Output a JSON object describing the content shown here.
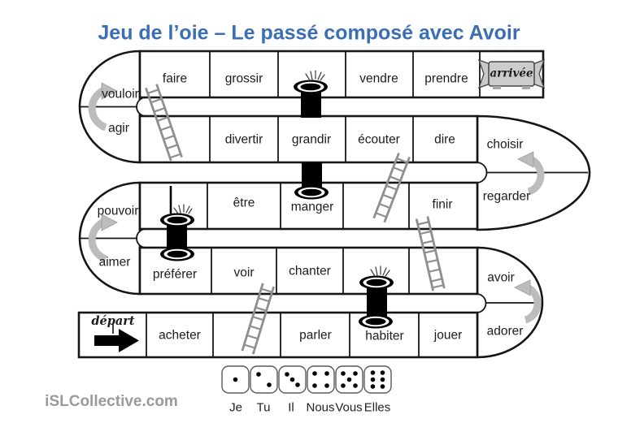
{
  "title": "Jeu de l’oie – Le passé composé avec Avoir",
  "title_color": "#3a6eb5",
  "board": {
    "start_label": "départ",
    "finish_label": "arrivée",
    "turns": {
      "top_left_up": "vouloir",
      "top_left_down": "agir",
      "mid_right_up": "choisir",
      "mid_right_down": "regarder",
      "mid_left_up": "pouvoir",
      "mid_left_down": "aimer",
      "bottom_right_up": "avoir",
      "bottom_right_down": "adorer"
    },
    "rows": [
      {
        "cells": [
          "faire",
          "grossir",
          "",
          "vendre",
          "prendre"
        ]
      },
      {
        "cells": [
          "",
          "divertir",
          "grandir",
          "écouter",
          "dire"
        ]
      },
      {
        "cells": [
          "",
          "être",
          "manger",
          "",
          "finir"
        ]
      },
      {
        "cells": [
          "préférer",
          "voir",
          "chanter",
          "",
          ""
        ]
      },
      {
        "cells": [
          "acheter",
          "",
          "parler",
          "habiter",
          "jouer"
        ]
      }
    ]
  },
  "dice_legend": {
    "dice": [
      {
        "pips": 1,
        "label": "Je"
      },
      {
        "pips": 2,
        "label": "Tu"
      },
      {
        "pips": 3,
        "label": "Il"
      },
      {
        "pips": 4,
        "label": "Nous"
      },
      {
        "pips": 5,
        "label": "Vous"
      },
      {
        "pips": 6,
        "label": "Elles"
      }
    ]
  },
  "watermark": "iSLCollective.com",
  "icons": {
    "well-icon": "black oval pit with white rim",
    "tunnel-pipe-icon": "black vertical pipe",
    "grass-icon": "small grass tuft strokes",
    "pole-icon": "thin vertical pole",
    "ladder-icon": "gray ladder with rungs",
    "turn-arrow-icon": "gray curved u-turn arrow",
    "start-arrow-icon": "black right-pointing arrow",
    "finish-banner-icon": "gray ribbon banner",
    "die-icon": "rounded square die face with black pips"
  }
}
